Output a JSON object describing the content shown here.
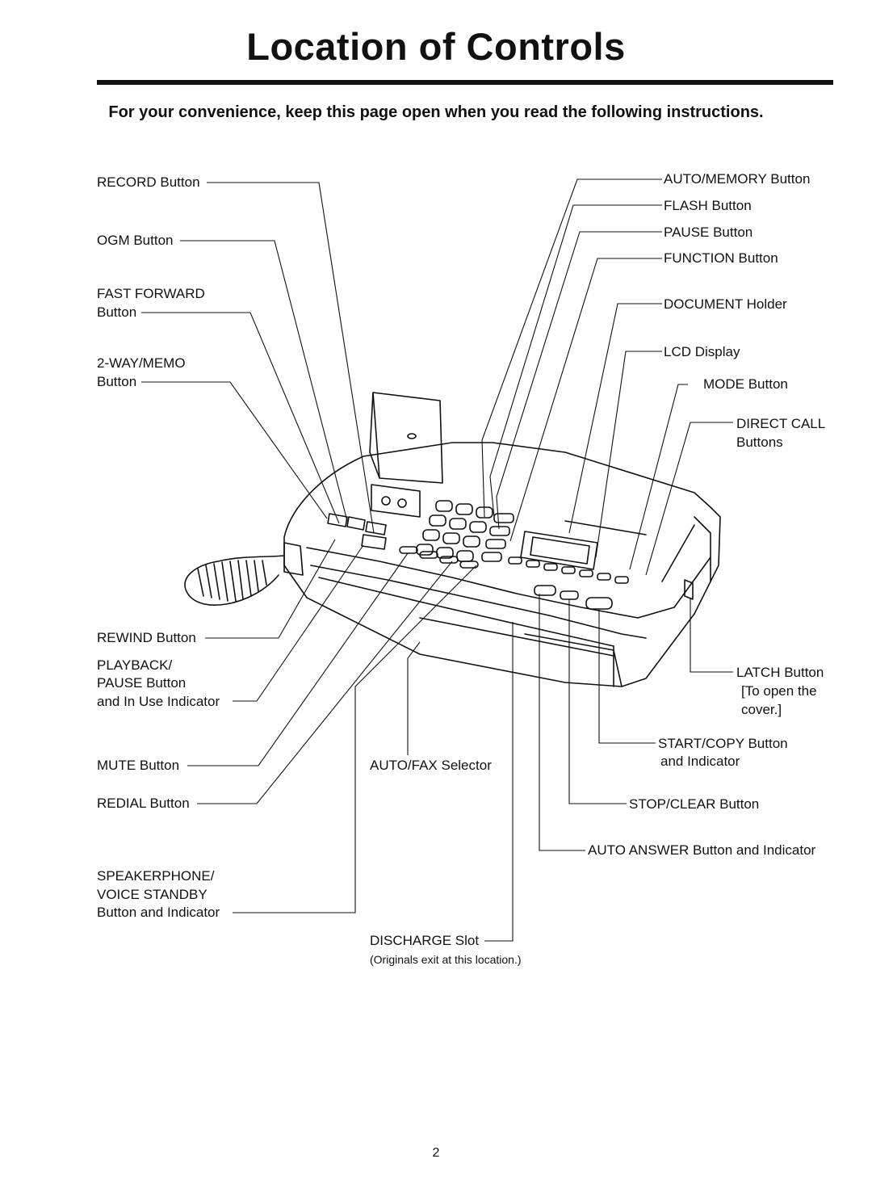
{
  "title": "Location of Controls",
  "subtitle": "For your convenience, keep this page open when you read the following instructions.",
  "labels": {
    "record": "RECORD Button",
    "ogm": "OGM Button",
    "fast_forward_1": "FAST FORWARD",
    "fast_forward_2": "Button",
    "two_way_memo_1": "2-WAY/MEMO",
    "two_way_memo_2": "Button",
    "rewind": "REWIND Button",
    "playback_1": "PLAYBACK/",
    "playback_2": "PAUSE Button",
    "playback_3": "and In Use Indicator",
    "mute": "MUTE Button",
    "redial": "REDIAL Button",
    "speaker_1": "SPEAKERPHONE/",
    "speaker_2": "VOICE STANDBY",
    "speaker_3": "Button and Indicator",
    "auto_fax": "AUTO/FAX Selector",
    "discharge": "DISCHARGE Slot",
    "discharge_note": "(Originals exit at this location.)",
    "auto_memory": "AUTO/MEMORY Button",
    "flash": "FLASH Button",
    "pause": "PAUSE Button",
    "function": "FUNCTION Button",
    "document": "DOCUMENT Holder",
    "lcd": "LCD Display",
    "mode": "MODE Button",
    "direct_call_1": "DIRECT CALL",
    "direct_call_2": "Buttons",
    "latch_1": "LATCH Button",
    "latch_2": "[To open the",
    "latch_3": "cover.]",
    "start_copy_1": "START/COPY Button",
    "start_copy_2": "and Indicator",
    "stop_clear": "STOP/CLEAR Button",
    "auto_answer": "AUTO ANSWER Button and Indicator"
  },
  "page_number": "2"
}
